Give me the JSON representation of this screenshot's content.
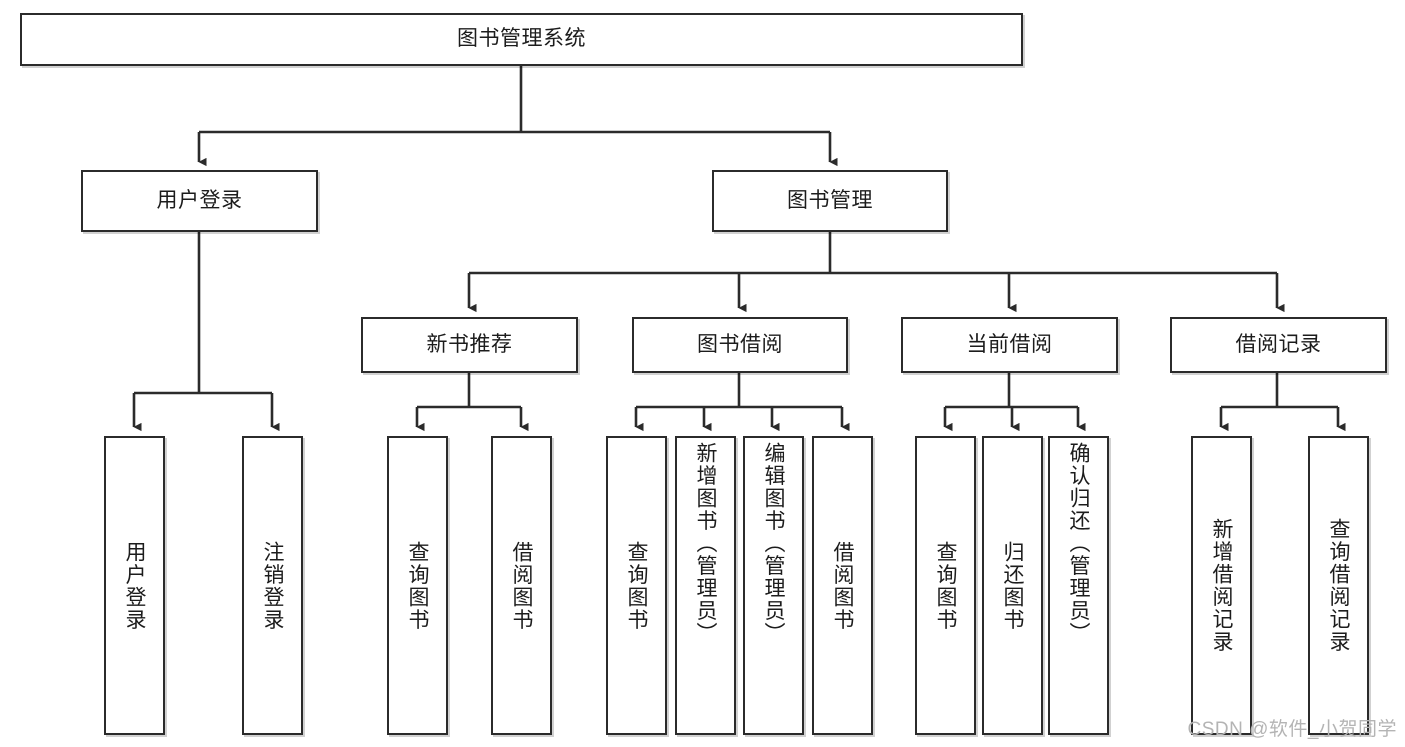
{
  "diagram": {
    "title": "图书管理系统",
    "type": "hierarchy-tree",
    "watermark": "CSDN @软件_小贺同学",
    "colors": {
      "box_border": "#2b2b2b",
      "box_fill": "#ffffff",
      "connector": "#2b2b2b",
      "text": "#1c1c1c",
      "watermark": "#b4b4b4"
    },
    "root": {
      "id": "root",
      "label": "图书管理系统"
    },
    "level2": [
      {
        "id": "user-login",
        "label": "用户登录"
      },
      {
        "id": "book-manage",
        "label": "图书管理"
      }
    ],
    "level3": [
      {
        "id": "new-book-recommend",
        "label": "新书推荐"
      },
      {
        "id": "book-borrow",
        "label": "图书借阅"
      },
      {
        "id": "current-borrow",
        "label": "当前借阅"
      },
      {
        "id": "borrow-record",
        "label": "借阅记录"
      }
    ],
    "leaves": {
      "user_login": [
        {
          "id": "leaf-user-login",
          "label": "用户登录"
        },
        {
          "id": "leaf-logout-login",
          "label": "注销登录"
        }
      ],
      "new_book_recommend": [
        {
          "id": "leaf-query-book-1",
          "label": "查询图书"
        },
        {
          "id": "leaf-borrow-book-1",
          "label": "借阅图书"
        }
      ],
      "book_borrow": [
        {
          "id": "leaf-query-book-2",
          "label": "查询图书"
        },
        {
          "id": "leaf-add-book-admin",
          "label": "新增图书（管理员）"
        },
        {
          "id": "leaf-edit-book-admin",
          "label": "编辑图书（管理员）"
        },
        {
          "id": "leaf-borrow-book-2",
          "label": "借阅图书"
        }
      ],
      "current_borrow": [
        {
          "id": "leaf-query-book-3",
          "label": "查询图书"
        },
        {
          "id": "leaf-return-book",
          "label": "归还图书"
        },
        {
          "id": "leaf-confirm-return-admin",
          "label": "确认归还（管理员）"
        }
      ],
      "borrow_record": [
        {
          "id": "leaf-add-borrow-record",
          "label": "新增借阅记录"
        },
        {
          "id": "leaf-query-borrow-record",
          "label": "查询借阅记录"
        }
      ]
    }
  }
}
